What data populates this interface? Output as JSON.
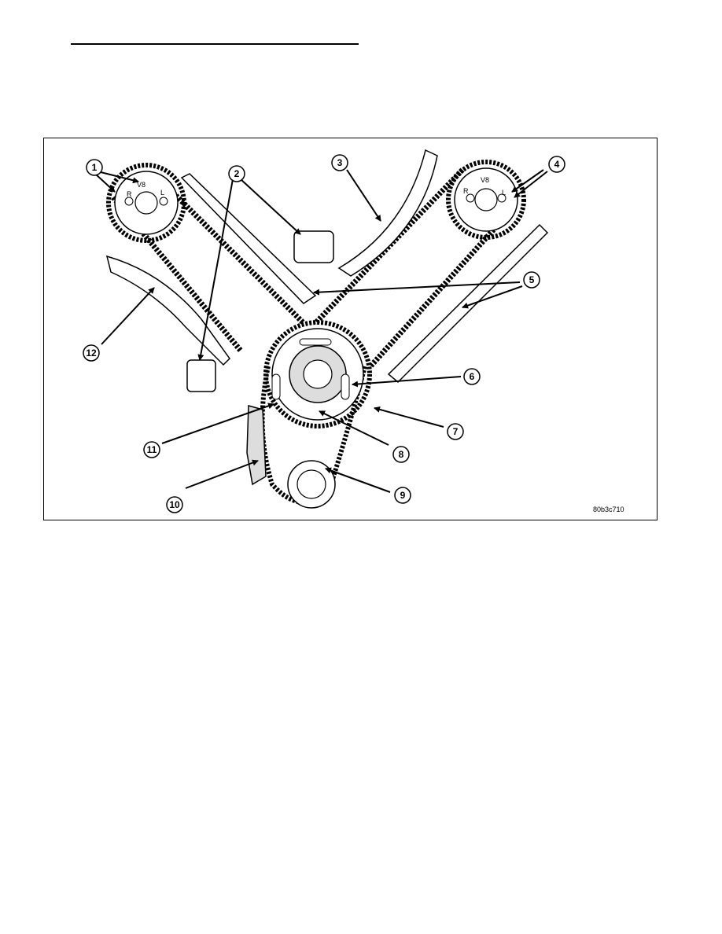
{
  "figure": {
    "id_label": "80b3c710",
    "callouts": [
      "1",
      "2",
      "3",
      "4",
      "5",
      "6",
      "7",
      "8",
      "9",
      "10",
      "11",
      "12"
    ],
    "left_sprocket_marks": {
      "top": "V8",
      "left": "R",
      "right": "L"
    },
    "right_sprocket_marks": {
      "top": "V8",
      "left": "R",
      "right": "L"
    }
  }
}
